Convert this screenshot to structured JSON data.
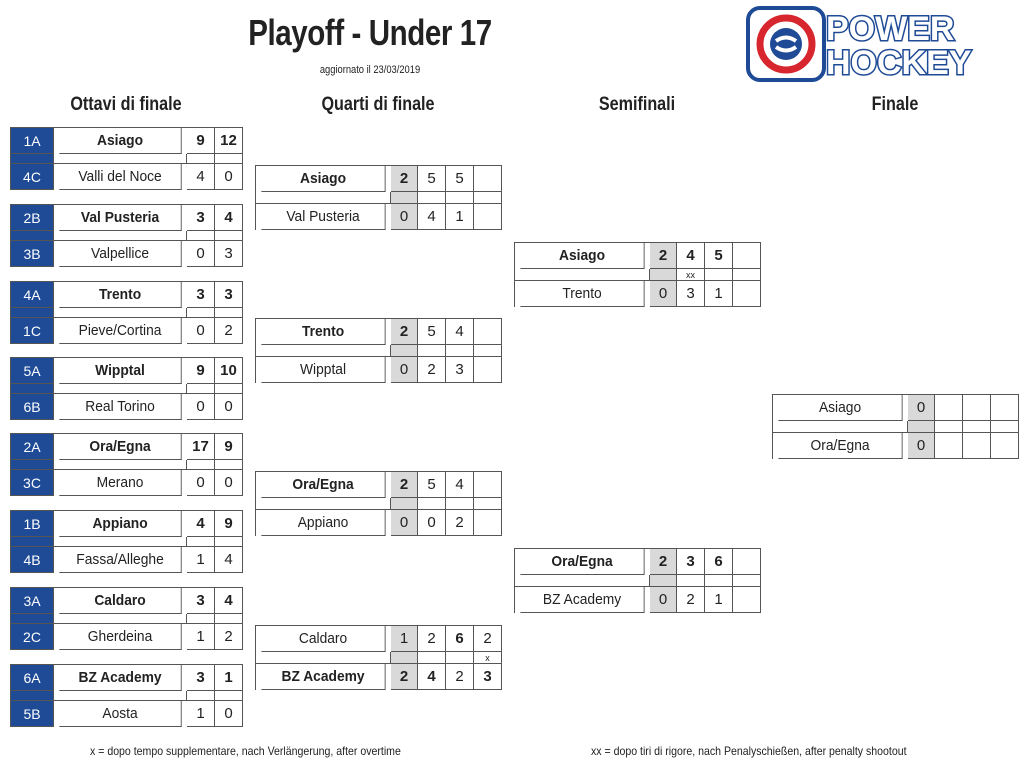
{
  "title": "Playoff - Under 17",
  "updated": "aggiornato il 23/03/2019",
  "logo": {
    "line1": "POWER",
    "line2": "HOCKEY"
  },
  "headers": {
    "r16": "Ottavi di finale",
    "qf": "Quarti di finale",
    "sf": "Semifinali",
    "final": "Finale"
  },
  "r16": [
    {
      "top": {
        "seed": "1A",
        "team": "Asiago",
        "g": [
          "9",
          "12"
        ],
        "bold": true
      },
      "bot": {
        "seed": "4C",
        "team": "Valli del Noce",
        "g": [
          "4",
          "0"
        ],
        "bold": false
      }
    },
    {
      "top": {
        "seed": "2B",
        "team": "Val Pusteria",
        "g": [
          "3",
          "4"
        ],
        "bold": true
      },
      "bot": {
        "seed": "3B",
        "team": "Valpellice",
        "g": [
          "0",
          "3"
        ],
        "bold": false
      }
    },
    {
      "top": {
        "seed": "4A",
        "team": "Trento",
        "g": [
          "3",
          "3"
        ],
        "bold": true
      },
      "bot": {
        "seed": "1C",
        "team": "Pieve/Cortina",
        "g": [
          "0",
          "2"
        ],
        "bold": false
      }
    },
    {
      "top": {
        "seed": "5A",
        "team": "Wipptal",
        "g": [
          "9",
          "10"
        ],
        "bold": true
      },
      "bot": {
        "seed": "6B",
        "team": "Real Torino",
        "g": [
          "0",
          "0"
        ],
        "bold": false
      }
    },
    {
      "top": {
        "seed": "2A",
        "team": "Ora/Egna",
        "g": [
          "17",
          "9"
        ],
        "bold": true
      },
      "bot": {
        "seed": "3C",
        "team": "Merano",
        "g": [
          "0",
          "0"
        ],
        "bold": false
      }
    },
    {
      "top": {
        "seed": "1B",
        "team": "Appiano",
        "g": [
          "4",
          "9"
        ],
        "bold": true
      },
      "bot": {
        "seed": "4B",
        "team": "Fassa/Alleghe",
        "g": [
          "1",
          "4"
        ],
        "bold": false
      }
    },
    {
      "top": {
        "seed": "3A",
        "team": "Caldaro",
        "g": [
          "3",
          "4"
        ],
        "bold": true
      },
      "bot": {
        "seed": "2C",
        "team": "Gherdeina",
        "g": [
          "1",
          "2"
        ],
        "bold": false
      }
    },
    {
      "top": {
        "seed": "6A",
        "team": "BZ Academy",
        "g": [
          "3",
          "1"
        ],
        "bold": true
      },
      "bot": {
        "seed": "5B",
        "team": "Aosta",
        "g": [
          "1",
          "0"
        ],
        "bold": false
      }
    }
  ],
  "qf": [
    {
      "top": {
        "team": "Asiago",
        "wins": "2",
        "g": [
          "5",
          "5",
          ""
        ],
        "bold": true,
        "boldg": [
          false,
          false,
          false
        ]
      },
      "mid": [
        "",
        "",
        ""
      ],
      "bot": {
        "team": "Val Pusteria",
        "wins": "0",
        "g": [
          "4",
          "1",
          ""
        ],
        "bold": false,
        "boldg": [
          false,
          false,
          false
        ]
      }
    },
    {
      "top": {
        "team": "Trento",
        "wins": "2",
        "g": [
          "5",
          "4",
          ""
        ],
        "bold": true,
        "boldg": [
          false,
          false,
          false
        ]
      },
      "mid": [
        "",
        "",
        ""
      ],
      "bot": {
        "team": "Wipptal",
        "wins": "0",
        "g": [
          "2",
          "3",
          ""
        ],
        "bold": false,
        "boldg": [
          false,
          false,
          false
        ]
      }
    },
    {
      "top": {
        "team": "Ora/Egna",
        "wins": "2",
        "g": [
          "5",
          "4",
          ""
        ],
        "bold": true,
        "boldg": [
          false,
          false,
          false
        ]
      },
      "mid": [
        "",
        "",
        ""
      ],
      "bot": {
        "team": "Appiano",
        "wins": "0",
        "g": [
          "0",
          "2",
          ""
        ],
        "bold": false,
        "boldg": [
          false,
          false,
          false
        ]
      }
    },
    {
      "top": {
        "team": "Caldaro",
        "wins": "1",
        "g": [
          "2",
          "6",
          "2"
        ],
        "bold": false,
        "boldg": [
          false,
          true,
          false
        ]
      },
      "mid": [
        "",
        "",
        "x"
      ],
      "bot": {
        "team": "BZ Academy",
        "wins": "2",
        "g": [
          "4",
          "2",
          "3"
        ],
        "bold": true,
        "boldg": [
          true,
          false,
          true
        ]
      }
    }
  ],
  "sf": [
    {
      "top": {
        "team": "Asiago",
        "wins": "2",
        "g": [
          "4",
          "5",
          ""
        ],
        "bold": true
      },
      "mid": [
        "xx",
        "",
        ""
      ],
      "bot": {
        "team": "Trento",
        "wins": "0",
        "g": [
          "3",
          "1",
          ""
        ],
        "bold": false
      }
    },
    {
      "top": {
        "team": "Ora/Egna",
        "wins": "2",
        "g": [
          "3",
          "6",
          ""
        ],
        "bold": true
      },
      "mid": [
        "",
        "",
        ""
      ],
      "bot": {
        "team": "BZ Academy",
        "wins": "0",
        "g": [
          "2",
          "1",
          ""
        ],
        "bold": false
      }
    }
  ],
  "final": {
    "top": {
      "team": "Asiago",
      "wins": "0",
      "g": [
        "",
        "",
        ""
      ]
    },
    "bot": {
      "team": "Ora/Egna",
      "wins": "0",
      "g": [
        "",
        "",
        ""
      ]
    }
  },
  "footnotes": {
    "overtime": "x = dopo tempo supplementare, nach Verlängerung, after overtime",
    "shootout": "xx = dopo tiri di rigore, nach Penalyschießen, after penalty shootout"
  },
  "colors": {
    "seed_bg": "#1e4a96",
    "wins_bg": "#d9d9d9",
    "logo_blue": "#1e4a96",
    "logo_red": "#d7262e"
  }
}
